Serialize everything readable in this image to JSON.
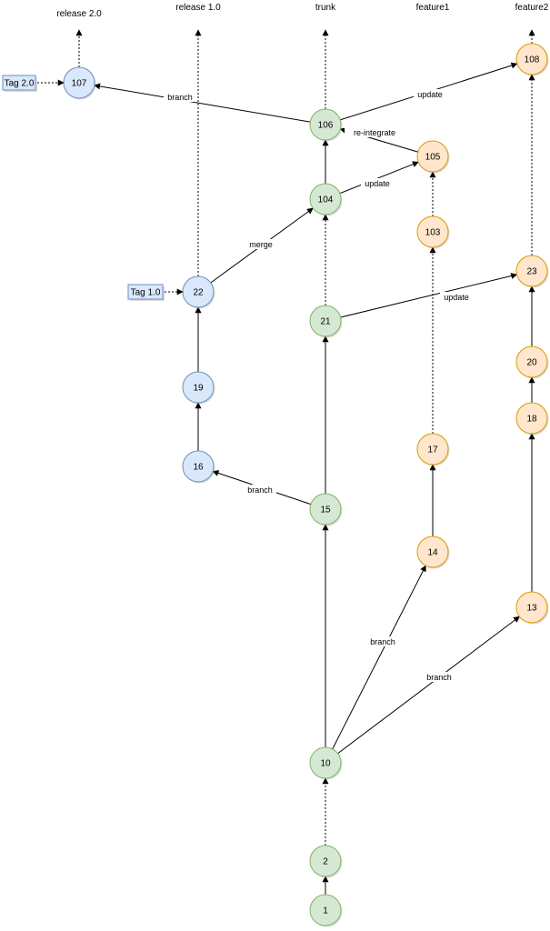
{
  "lanes": [
    {
      "id": "release2",
      "label": "release  2.0"
    },
    {
      "id": "release1",
      "label": "release  1.0"
    },
    {
      "id": "trunk",
      "label": "trunk"
    },
    {
      "id": "feature1",
      "label": "feature1"
    },
    {
      "id": "feature2",
      "label": "feature2"
    }
  ],
  "colors": {
    "blue_fill": "#dae8fc",
    "blue_stroke": "#6c8ebf",
    "green_fill": "#d5e8d4",
    "green_stroke": "#82b366",
    "orange_fill": "#ffe6cc",
    "orange_stroke": "#d79b00",
    "tag_fill": "#dae8fc",
    "tag_stroke": "#6c8ebf",
    "edge": "#000000"
  },
  "nodes": [
    {
      "id": "n107",
      "label": "107",
      "lane": "release2",
      "color": "blue"
    },
    {
      "id": "n22",
      "label": "22",
      "lane": "release1",
      "color": "blue"
    },
    {
      "id": "n19",
      "label": "19",
      "lane": "release1",
      "color": "blue"
    },
    {
      "id": "n16",
      "label": "16",
      "lane": "release1",
      "color": "blue"
    },
    {
      "id": "n106",
      "label": "106",
      "lane": "trunk",
      "color": "green"
    },
    {
      "id": "n104",
      "label": "104",
      "lane": "trunk",
      "color": "green"
    },
    {
      "id": "n21",
      "label": "21",
      "lane": "trunk",
      "color": "green"
    },
    {
      "id": "n15",
      "label": "15",
      "lane": "trunk",
      "color": "green"
    },
    {
      "id": "n10",
      "label": "10",
      "lane": "trunk",
      "color": "green"
    },
    {
      "id": "n2",
      "label": "2",
      "lane": "trunk",
      "color": "green"
    },
    {
      "id": "n1",
      "label": "1",
      "lane": "trunk",
      "color": "green"
    },
    {
      "id": "n105",
      "label": "105",
      "lane": "feature1",
      "color": "orange"
    },
    {
      "id": "n103",
      "label": "103",
      "lane": "feature1",
      "color": "orange"
    },
    {
      "id": "n17",
      "label": "17",
      "lane": "feature1",
      "color": "orange"
    },
    {
      "id": "n14",
      "label": "14",
      "lane": "feature1",
      "color": "orange"
    },
    {
      "id": "n108",
      "label": "108",
      "lane": "feature2",
      "color": "orange"
    },
    {
      "id": "n23",
      "label": "23",
      "lane": "feature2",
      "color": "orange"
    },
    {
      "id": "n20",
      "label": "20",
      "lane": "feature2",
      "color": "orange"
    },
    {
      "id": "n18",
      "label": "18",
      "lane": "feature2",
      "color": "orange"
    },
    {
      "id": "n13",
      "label": "13",
      "lane": "feature2",
      "color": "orange"
    }
  ],
  "tags": [
    {
      "id": "tag20",
      "label": "Tag 2.0",
      "target": "n107"
    },
    {
      "id": "tag10",
      "label": "Tag 1.0",
      "target": "n22"
    }
  ],
  "edges": [
    {
      "from": "n1",
      "to": "n2",
      "style": "solid",
      "label": ""
    },
    {
      "from": "n2",
      "to": "n10",
      "style": "dashed",
      "label": ""
    },
    {
      "from": "n10",
      "to": "n15",
      "style": "solid",
      "label": ""
    },
    {
      "from": "n15",
      "to": "n21",
      "style": "solid",
      "label": ""
    },
    {
      "from": "n21",
      "to": "n104",
      "style": "dashed",
      "label": ""
    },
    {
      "from": "n104",
      "to": "n106",
      "style": "solid",
      "label": ""
    },
    {
      "from": "n106",
      "to": "top-trunk",
      "style": "dashed",
      "label": ""
    },
    {
      "from": "n10",
      "to": "n14",
      "style": "solid",
      "label": "branch"
    },
    {
      "from": "n10",
      "to": "n13",
      "style": "solid",
      "label": "branch"
    },
    {
      "from": "n15",
      "to": "n16",
      "style": "solid",
      "label": "branch"
    },
    {
      "from": "n16",
      "to": "n19",
      "style": "solid",
      "label": ""
    },
    {
      "from": "n19",
      "to": "n22",
      "style": "solid",
      "label": ""
    },
    {
      "from": "n22",
      "to": "n104",
      "style": "solid",
      "label": "merge"
    },
    {
      "from": "n22",
      "to": "top-release1",
      "style": "dashed",
      "label": ""
    },
    {
      "from": "n14",
      "to": "n17",
      "style": "solid",
      "label": ""
    },
    {
      "from": "n17",
      "to": "n103",
      "style": "dashed",
      "label": ""
    },
    {
      "from": "n103",
      "to": "n105",
      "style": "dashed",
      "label": ""
    },
    {
      "from": "n104",
      "to": "n105",
      "style": "solid",
      "label": "update"
    },
    {
      "from": "n105",
      "to": "n106",
      "style": "solid",
      "label": "re-integrate"
    },
    {
      "from": "n13",
      "to": "n18",
      "style": "solid",
      "label": ""
    },
    {
      "from": "n18",
      "to": "n20",
      "style": "solid",
      "label": ""
    },
    {
      "from": "n20",
      "to": "n23",
      "style": "solid",
      "label": ""
    },
    {
      "from": "n21",
      "to": "n23",
      "style": "solid",
      "label": "update"
    },
    {
      "from": "n23",
      "to": "n108",
      "style": "dashed",
      "label": ""
    },
    {
      "from": "n108",
      "to": "top-feature2",
      "style": "dashed",
      "label": ""
    },
    {
      "from": "n106",
      "to": "n108",
      "style": "solid",
      "label": "update"
    },
    {
      "from": "n106",
      "to": "n107",
      "style": "solid",
      "label": "branch"
    },
    {
      "from": "n107",
      "to": "top-release2",
      "style": "dashed",
      "label": ""
    },
    {
      "from": "n17",
      "to": "top-feature1",
      "style": "none",
      "label": ""
    }
  ]
}
